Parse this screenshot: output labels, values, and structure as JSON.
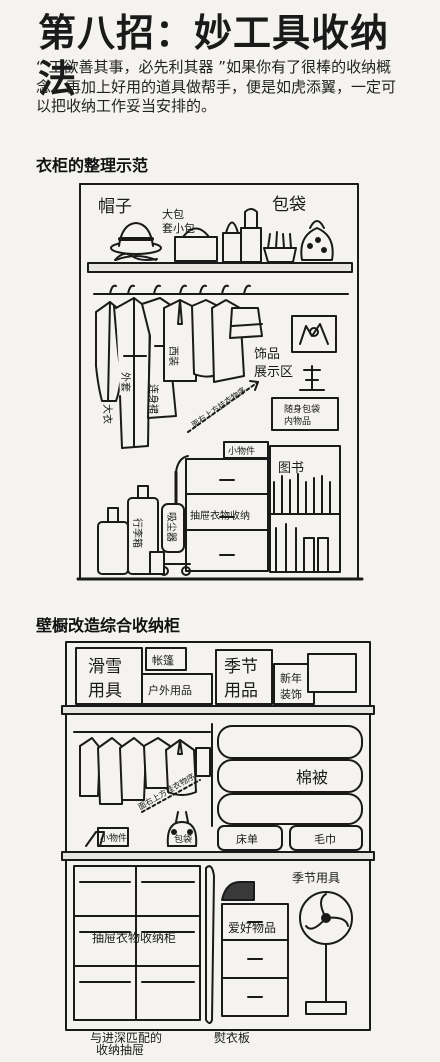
{
  "title": "第八招：妙工具收纳法",
  "intro": "“ 工欲善其事，必先利其器 ”如果你有了很棒的收纳概念，再加上好用的道具做帮手，便是如虎添翼，一定可以把收纳工作妥当安排的。",
  "section1": {
    "heading": "衣柜的整理示范",
    "labels": {
      "hat": "帽子",
      "bag": "包袋",
      "big_bag": "大包",
      "small_bag": "套小包",
      "suit": "西装",
      "coat": "外套",
      "overcoat": "大衣",
      "dress": "连身裙",
      "display_1": "饰品",
      "display_2": "展示区",
      "hang_note": "面右上方挂衣物序",
      "pouch_1": "随身包袋",
      "pouch_2": "内物品",
      "small_items": "小物件",
      "books": "图书",
      "drawer": "抽屉衣物收纳",
      "vacuum": "吸尘器",
      "luggage": "行李箱"
    }
  },
  "section2": {
    "heading": "壁橱改造综合收纳柜",
    "labels": {
      "ski": "滑雪用具",
      "tent": "帐篷",
      "outdoor": "户外用品",
      "season_top": "季节用品",
      "newyear": "新年装饰",
      "hang_note": "面右上方挂衣物序",
      "small_items": "小物件",
      "bags": "包袋",
      "quilt": "棉被",
      "sheet": "床单",
      "towel": "毛巾",
      "season_low": "季节用具",
      "drawer_cab": "抽屉衣物收纳柜",
      "hobby": "爱好物品",
      "deep_drawer_1": "与进深匹配的",
      "deep_drawer_2": "收纳抽屉",
      "iron_board": "熨衣板"
    }
  }
}
